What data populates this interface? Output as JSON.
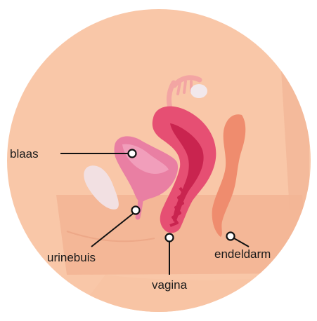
{
  "labels": {
    "bladder": "blaas",
    "urethra": "urinebuis",
    "vagina": "vagina",
    "rectum": "endeldarm"
  },
  "colors": {
    "skin_light": "#F9C7A8",
    "skin_mid": "#F4B797",
    "skin_dark": "#EDA888",
    "bladder": "#E97FA3",
    "bladder_light": "#F3A6C1",
    "uterus": "#E64F73",
    "uterus_inner": "#C9244F",
    "rectum": "#EF8C6E",
    "pubic_bone": "#F2E0E2",
    "ovary": "#F2E8EC",
    "tube": "#F3A5A3"
  }
}
